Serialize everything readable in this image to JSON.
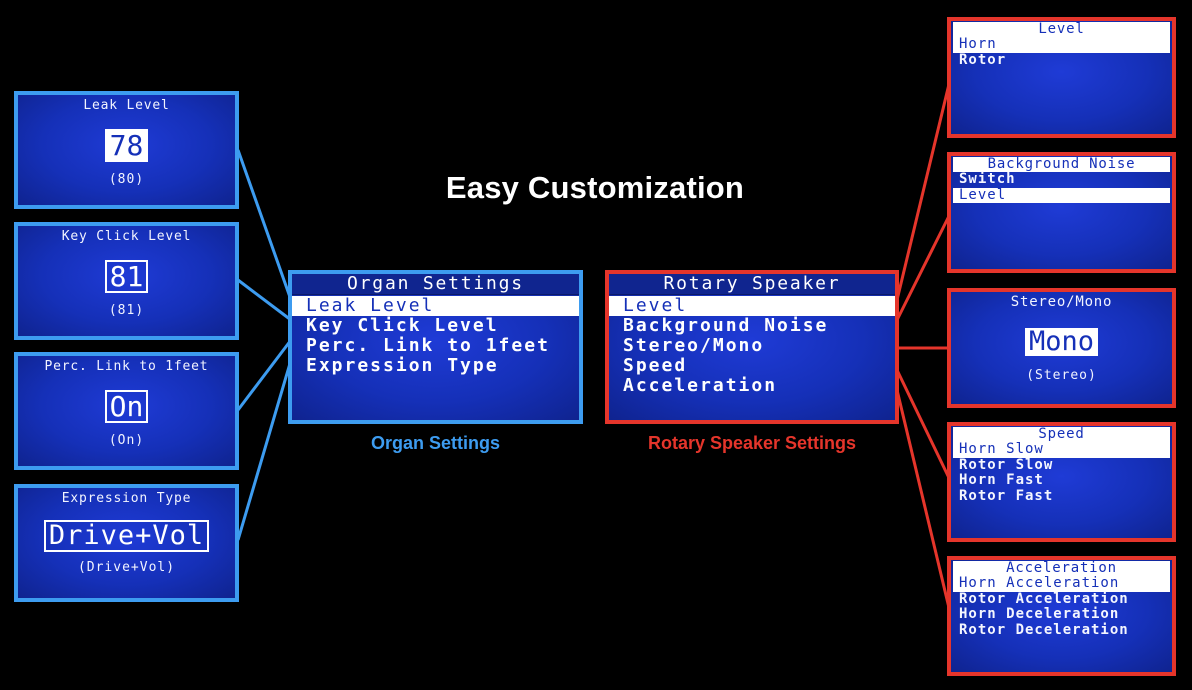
{
  "title": "Easy Customization",
  "organ": {
    "caption": "Organ Settings",
    "menu_title": "Organ Settings",
    "items": [
      "Leak Level",
      "Key Click Level",
      "Perc. Link to 1feet",
      "Expression Type"
    ],
    "selected_index": 0
  },
  "rotary": {
    "caption": "Rotary Speaker Settings",
    "menu_title": "Rotary Speaker",
    "items": [
      "Level",
      "Background Noise",
      "Stereo/Mono",
      "Speed",
      "Acceleration"
    ],
    "selected_index": 0
  },
  "organ_screens": [
    {
      "title": "Leak Level",
      "value": "78",
      "default": "(80)"
    },
    {
      "title": "Key Click Level",
      "value": "81",
      "default": "(81)"
    },
    {
      "title": "Perc. Link to 1feet",
      "value": "On",
      "default": "(On)"
    },
    {
      "title": "Expression Type",
      "value": "Drive+Vol",
      "default": "(Drive+Vol)"
    }
  ],
  "rotary_screens": {
    "level": {
      "title": "Level",
      "items": [
        "Horn",
        "Rotor"
      ],
      "selected_index": 0
    },
    "background_noise": {
      "title": "Background Noise",
      "items": [
        "Switch",
        "Level"
      ],
      "selected_index": 1
    },
    "stereo_mono": {
      "title": "Stereo/Mono",
      "value": "Mono",
      "default": "(Stereo)"
    },
    "speed": {
      "title": "Speed",
      "items": [
        "Horn Slow",
        "Rotor Slow",
        "Horn Fast",
        "Rotor Fast"
      ],
      "selected_index": 0
    },
    "acceleration": {
      "title": "Acceleration",
      "items": [
        "Horn Acceleration",
        "Rotor Acceleration",
        "Horn Deceleration",
        "Rotor Deceleration"
      ],
      "selected_index": 0
    }
  },
  "colors": {
    "organ_accent": "#3d9cf0",
    "rotary_accent": "#e5352b",
    "screen_blue": "#1530b8",
    "background": "#000000"
  }
}
